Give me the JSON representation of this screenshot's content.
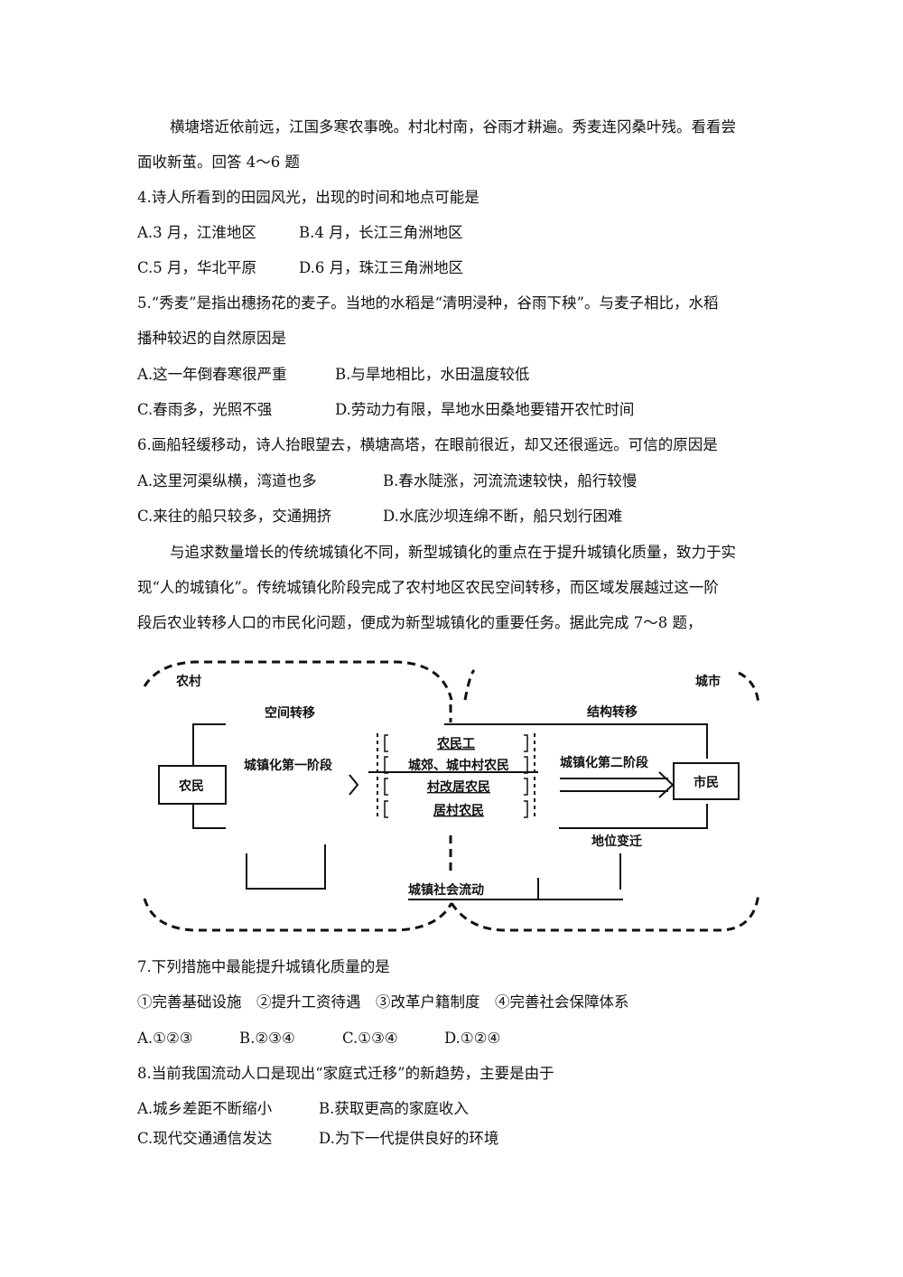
{
  "passage1": {
    "line1": "横塘塔近依前远，江国多寒农事晚。村北村南，谷雨才耕遍。秀麦连冈桑叶残。看看尝",
    "line2": "面收新茧。回答 4～6 题"
  },
  "q4": {
    "stem": "4.诗人所看到的田园风光，出现的时间和地点可能是",
    "options": [
      "A.3 月，江淮地区",
      "B.4 月，长江三角洲地区",
      "C.5 月，华北平原",
      "D.6 月，珠江三角洲地区"
    ]
  },
  "q5": {
    "stem1": "5.“秀麦”是指出穗扬花的麦子。当地的水稻是“清明浸种，谷雨下秧”。与麦子相比，水稻",
    "stem2": "播种较迟的自然原因是",
    "options": [
      "A.这一年倒春寒很严重",
      "B.与旱地相比，水田温度较低",
      "C.春雨多，光照不强",
      "D.劳动力有限，旱地水田桑地要错开农忙时间"
    ]
  },
  "q6": {
    "stem": "6.画船轻缓移动，诗人抬眼望去，横塘高塔，在眼前很近，却又还很遥远。可信的原因是",
    "options": [
      "A.这里河渠纵横，湾道也多",
      "B.春水陡涨，河流流速较快，船行较慢",
      "C.来往的船只较多，交通拥挤",
      "D.水底沙坝连绵不断，船只划行困难"
    ]
  },
  "passage2": {
    "line1": "与追求数量增长的传统城镇化不同，新型城镇化的重点在于提升城镇化质量，致力于实",
    "line2": "现“人的城镇化”。传统城镇化阶段完成了农村地区农民空间转移，而区域发展越过这一阶",
    "line3": "段后农业转移人口的市民化问题，便成为新型城镇化的重要任务。据此完成 7～8 题，"
  },
  "diagram": {
    "rural": "农村",
    "urban": "城市",
    "farmer": "农民",
    "citizen": "市民",
    "spatial_transfer": "空间转移",
    "stage1": "城镇化第一阶段",
    "structural_transfer": "结构转移",
    "stage2": "城镇化第二阶段",
    "status_change": "地位变迁",
    "social_mobility": "城镇社会流动",
    "groups": [
      "农民工",
      "城郊、城中村农民",
      "村改居农民",
      "居村农民"
    ]
  },
  "q7": {
    "stem": "7.下列措施中最能提升城镇化质量的是",
    "items": "①完善基础设施　②提升工资待遇　③改革户籍制度　④完善社会保障体系",
    "options": [
      "A.①②③",
      "B.②③④",
      "C.①③④",
      "D.①②④"
    ]
  },
  "q8": {
    "stem": "8.当前我国流动人口是现出“家庭式迁移”的新趋势，主要是由于",
    "options": [
      "A.城乡差距不断缩小",
      "B.获取更高的家庭收入",
      "C.现代交通通信发达",
      "D.为下一代提供良好的环境"
    ]
  }
}
